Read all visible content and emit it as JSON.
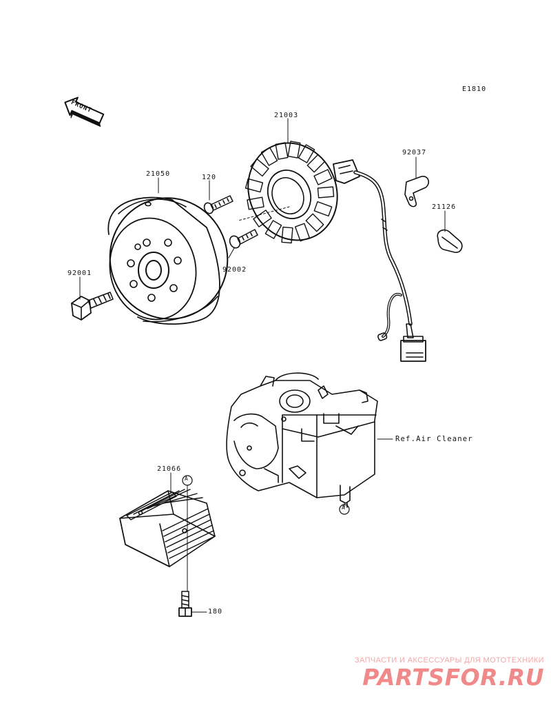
{
  "diagram": {
    "code": "E1810",
    "front_label": "FRONT",
    "ref_note": "Ref.Air Cleaner",
    "callout_letter": "A",
    "parts": {
      "stator": "21003",
      "flywheel": "21050",
      "bolt_120": "120",
      "bolt_92002": "92002",
      "bolt_92001": "92001",
      "clamp_92037": "92037",
      "clamp_21126": "21126",
      "regulator": "21066",
      "bolt_180": "180"
    }
  },
  "watermark": {
    "caption": "ЗАПЧАСТИ И АКСЕССУАРЫ ДЛЯ МОТОТЕХНИКИ",
    "logo": "PARTSFOR.RU"
  }
}
